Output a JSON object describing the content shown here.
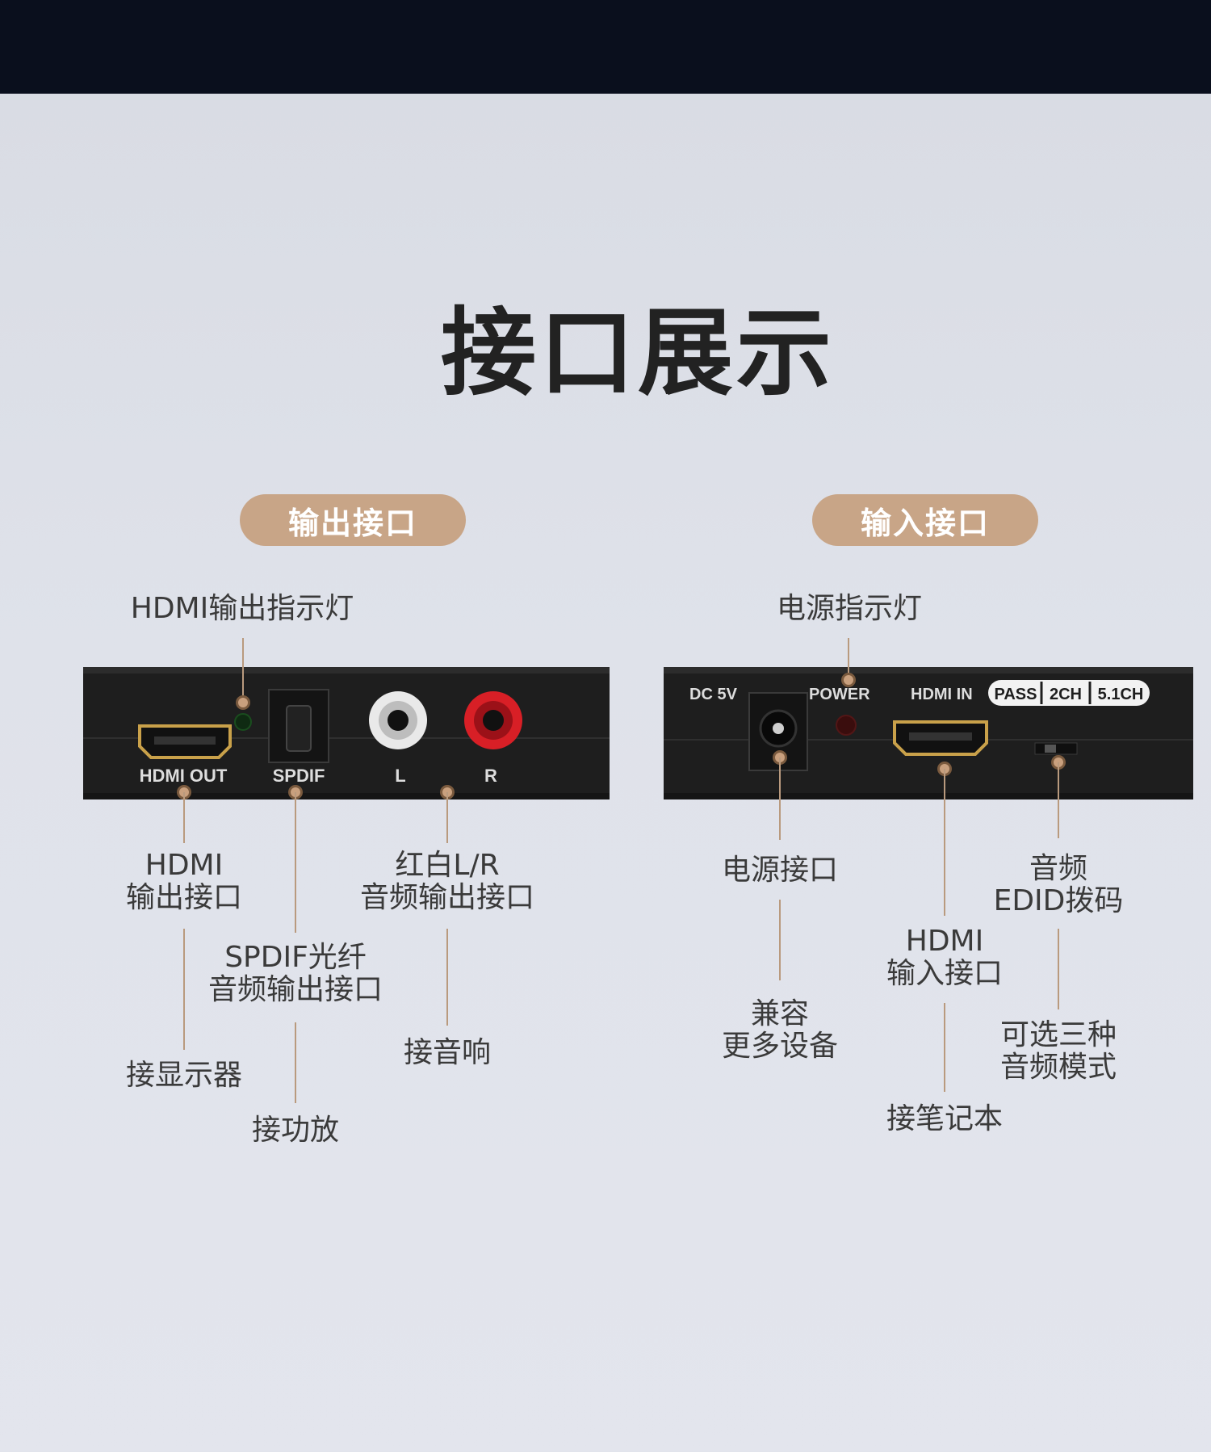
{
  "title": "接口展示",
  "output_section": {
    "pill": "输出接口",
    "device_labels": {
      "hdmi_out": "HDMI OUT",
      "spdif": "SPDIF",
      "l": "L",
      "r": "R"
    },
    "hdmi_indicator": "HDMI输出指示灯",
    "hdmi_out_port": [
      "HDMI",
      "输出接口"
    ],
    "hdmi_out_use": "接显示器",
    "spdif_port": [
      "SPDIF光纤",
      "音频输出接口"
    ],
    "spdif_use": "接功放",
    "rca_port": [
      "红白L/R",
      "音频输出接口"
    ],
    "rca_use": "接音响"
  },
  "input_section": {
    "pill": "输入接口",
    "device_labels": {
      "dc": "DC 5V",
      "power": "POWER",
      "hdmi_in": "HDMI IN",
      "pass": "PASS",
      "ch2": "2CH",
      "ch51": "5.1CH"
    },
    "power_indicator": "电源指示灯",
    "power_port": "电源接口",
    "power_use": [
      "兼容",
      "更多设备"
    ],
    "hdmi_in_port": [
      "HDMI",
      "输入接口"
    ],
    "hdmi_in_use": "接笔记本",
    "edid_switch": [
      "音频",
      "EDID拨码"
    ],
    "edid_use": [
      "可选三种",
      "音频模式"
    ]
  }
}
